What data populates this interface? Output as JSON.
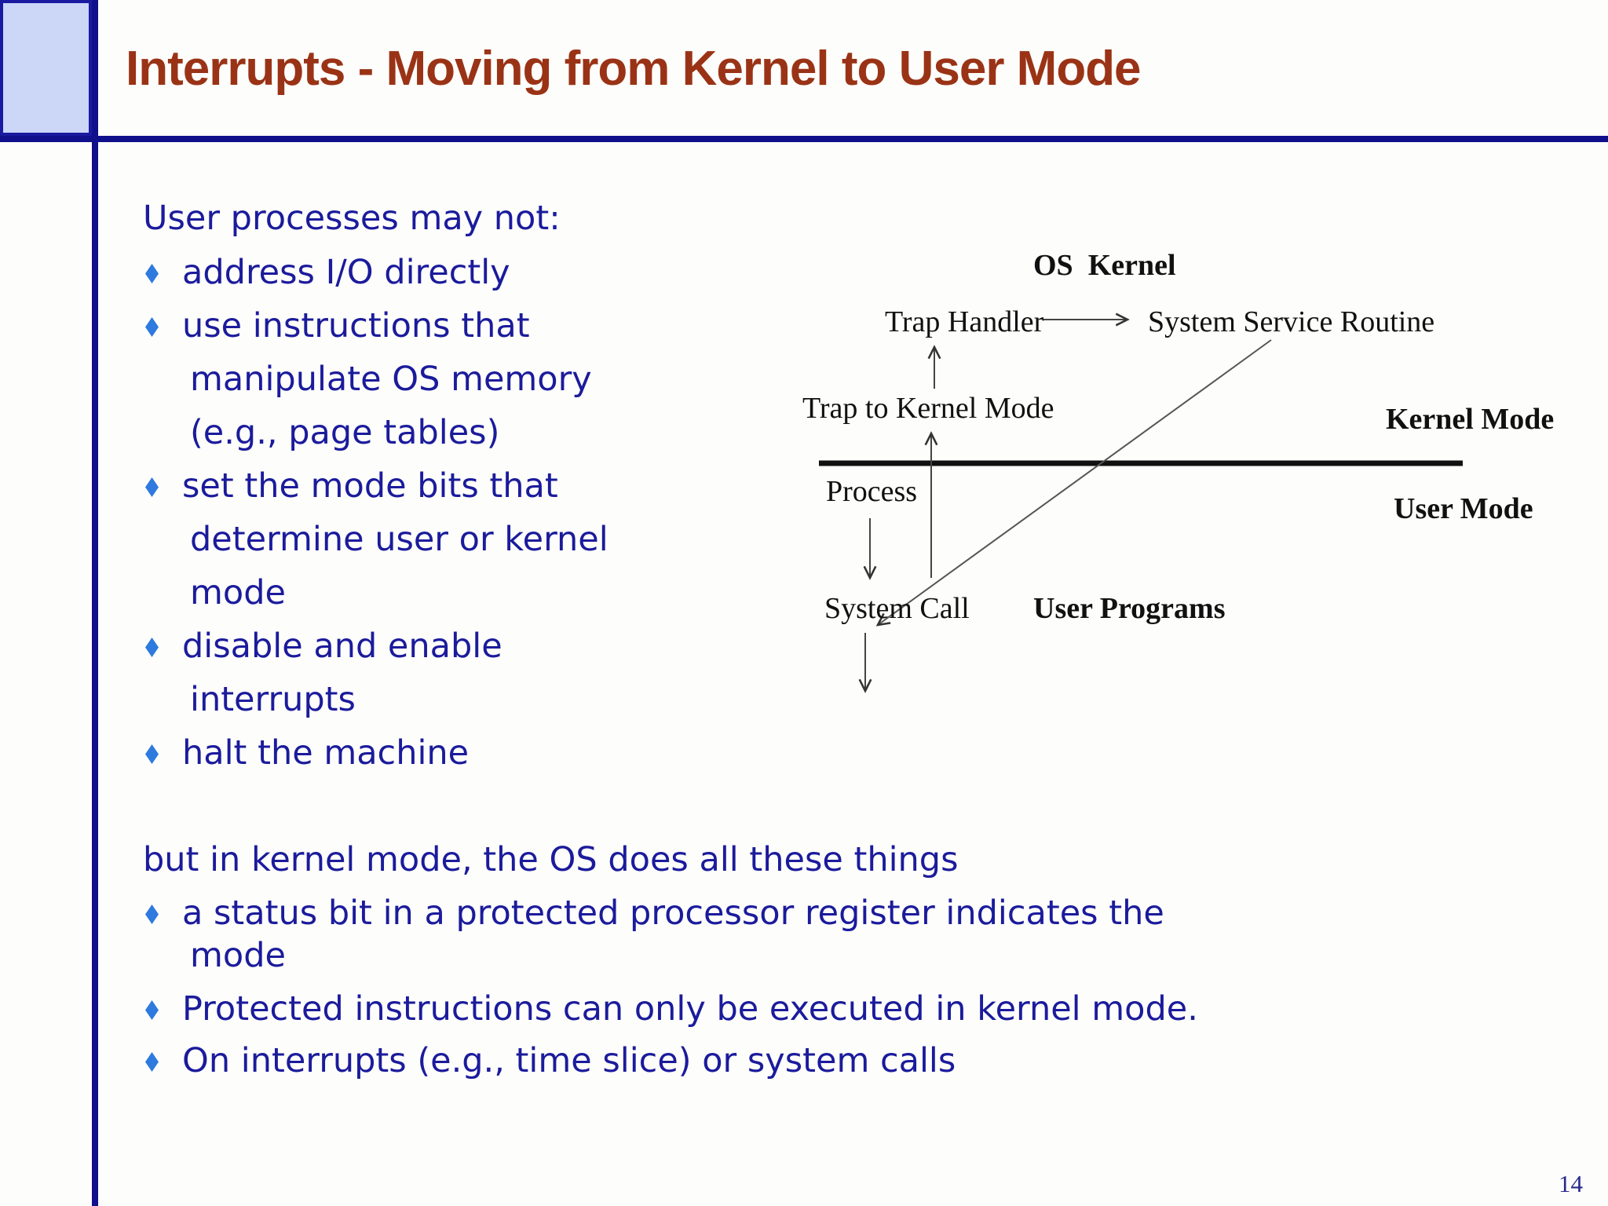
{
  "slide": {
    "title": "Interrupts - Moving from Kernel to User Mode",
    "page_number": "14",
    "colors": {
      "title_text": "#9a3316",
      "body_text": "#1b1b9c",
      "bullet_diamond": "#2e7ade",
      "accent_lines": "#10108c",
      "corner_square_fill": "#ccd7f8",
      "diagram_ink": "#111111"
    }
  },
  "body": {
    "lines": [
      "User processes may not:",
      "address I/O directly",
      "use instructions that",
      "manipulate OS memory",
      "(e.g., page tables)",
      "set the mode bits that",
      "determine user or kernel",
      "mode",
      "disable and enable",
      "interrupts",
      "halt the machine",
      "but in kernel mode, the OS does all these things",
      "a status bit in a protected processor register indicates the",
      "mode",
      "Protected instructions can only be executed in kernel mode.",
      "On interrupts (e.g., time slice) or system calls"
    ]
  },
  "diagram": {
    "os_kernel": "OS  Kernel",
    "trap_handler": "Trap Handler",
    "system_service_routine": "System Service Routine",
    "trap_to_kernel_mode": "Trap to Kernel Mode",
    "kernel_mode": "Kernel Mode",
    "user_mode": "User Mode",
    "process": "Process",
    "system_call": "System Call",
    "user_programs": "User Programs"
  }
}
